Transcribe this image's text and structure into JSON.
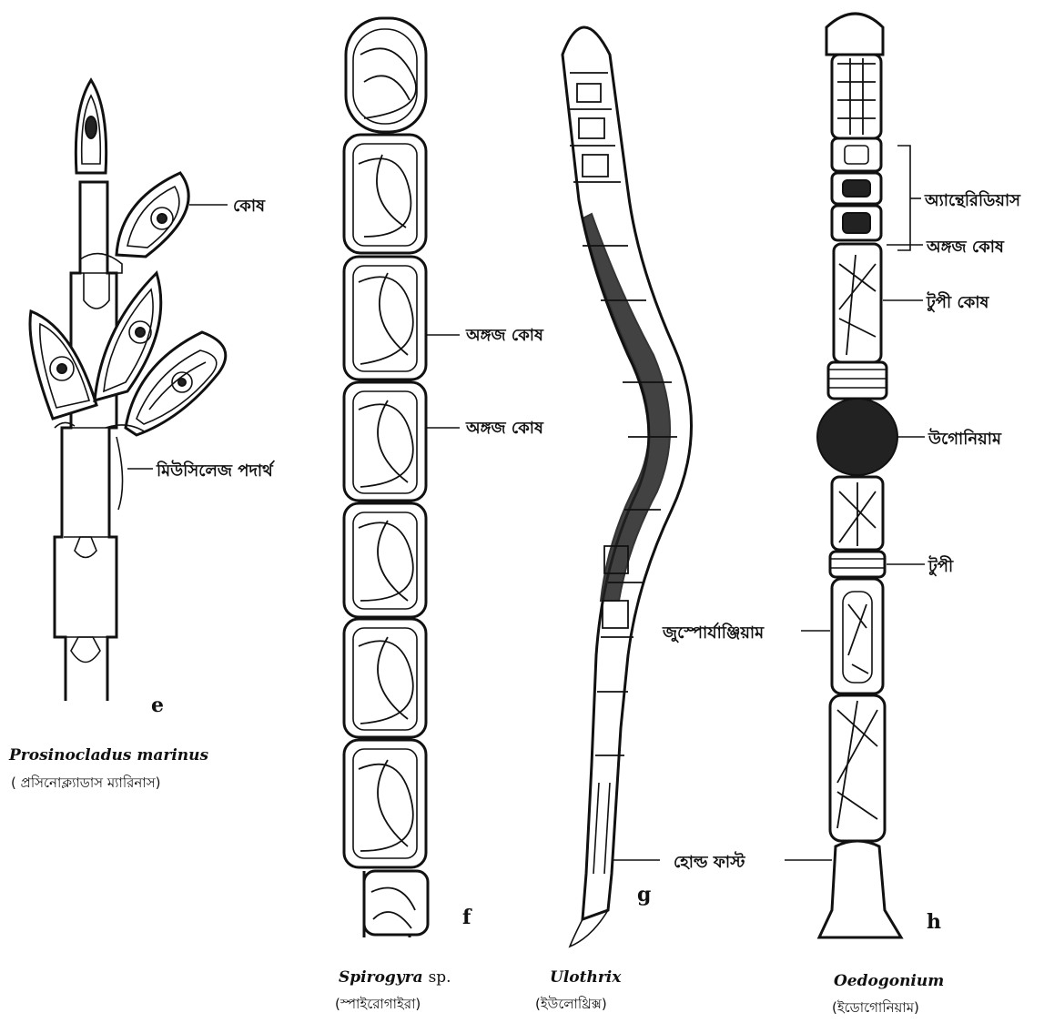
{
  "figures": {
    "e": {
      "letter": "e",
      "species": "Prosinocladus marinus",
      "bengali_name": "( প্রসিনোক্ল্যাডাস ম্যারিনাস)",
      "labels": {
        "cell": "কোষ",
        "mucilage": "মিউসিলেজ পদার্থ"
      }
    },
    "f": {
      "letter": "f",
      "species": "Spirogyra",
      "species_suffix": "sp.",
      "bengali_name": "(স্পাইরোগাইরা)",
      "labels": {
        "veg_cell_1": "অঙ্গজ কোষ",
        "veg_cell_2": "অঙ্গজ কোষ"
      }
    },
    "g": {
      "letter": "g",
      "species": "Ulothrix",
      "bengali_name": "(ইউলোথ্রিক্স)",
      "labels": {
        "holdfast": "হোল্ড ফাস্ট"
      }
    },
    "h": {
      "letter": "h",
      "species": "Oedogonium",
      "bengali_name": "(ইডোগোনিয়াম)",
      "labels": {
        "antheridium": "অ্যান্থেরিডিয়াস",
        "veg_cell": "অঙ্গজ কোষ",
        "cap_cell": "টুপী কোষ",
        "oogonium": "উগোনিয়াম",
        "cap": "টুপী",
        "zoosporangium": "জুস্পোর্যাঞ্জিয়াম"
      }
    }
  }
}
